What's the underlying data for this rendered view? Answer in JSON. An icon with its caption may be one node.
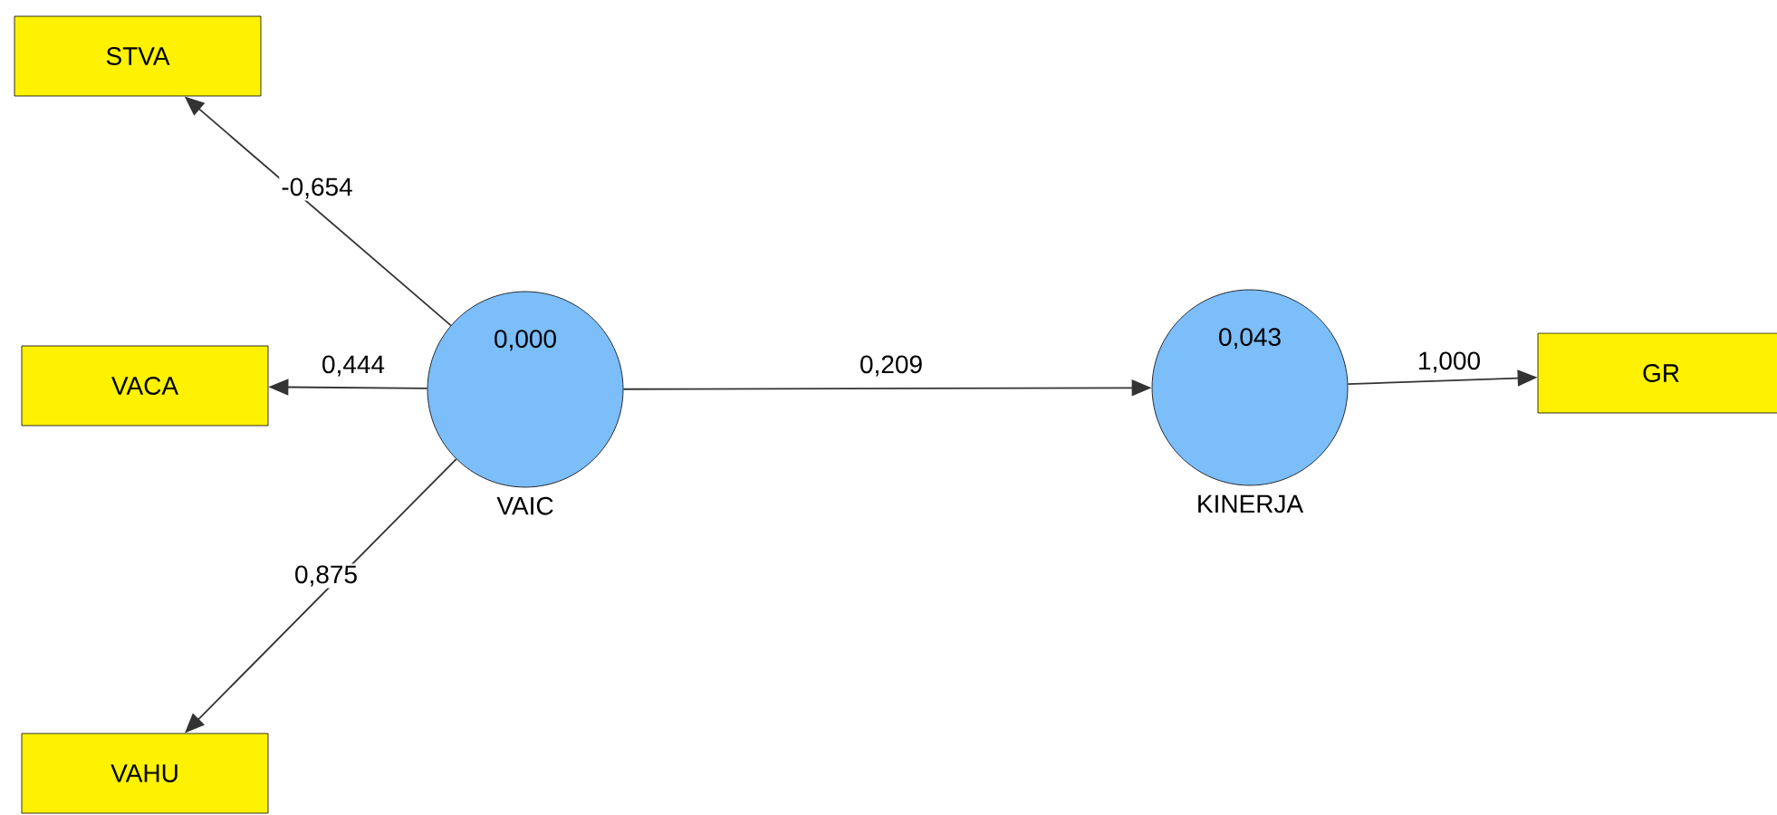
{
  "diagram": {
    "nodes": [
      {
        "text": [
          "STVA"
        ]
      },
      {
        "text": [
          "VACA"
        ]
      },
      {
        "text": [
          "0,000"
        ],
        "beside": [
          "VAIC"
        ]
      },
      {
        "text": [
          "VAHU"
        ]
      },
      {
        "text": [
          "0,043"
        ],
        "beside": [
          "KINERJA"
        ]
      },
      {
        "text": [
          "GR"
        ]
      }
    ],
    "edges": [
      {
        "from": 2,
        "to": 0,
        "arrow": "to",
        "label": "-0,654"
      },
      {
        "from": 2,
        "to": 1,
        "arrow": "to",
        "label": "0,444"
      },
      {
        "from": 2,
        "to": 3,
        "arrow": "to",
        "label": "0,875"
      },
      {
        "from": 2,
        "to": 4,
        "arrow": "to",
        "label": "0,209"
      },
      {
        "from": 4,
        "to": 5,
        "arrow": "to",
        "label": "1,000"
      }
    ]
  }
}
